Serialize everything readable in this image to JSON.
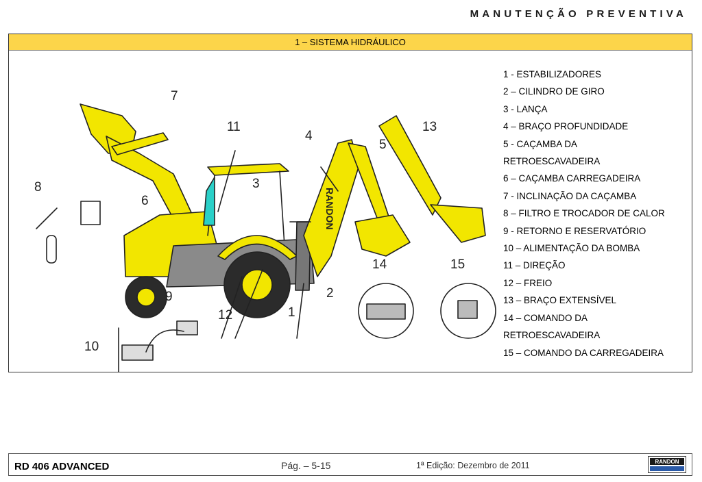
{
  "header": {
    "title": "MANUTENÇÃO PREVENTIVA"
  },
  "section": {
    "title": "1 – SISTEMA HIDRÁULICO"
  },
  "callouts": [
    "1",
    "2",
    "3",
    "4",
    "5",
    "6",
    "7",
    "8",
    "9",
    "10",
    "11",
    "12",
    "13",
    "14",
    "15"
  ],
  "decal_text": "RANDON",
  "legend": [
    "1  - ESTABILIZADORES",
    "2  – CILINDRO DE GIRO",
    "3  -  LANÇA",
    "4  –  BRAÇO PROFUNDIDADE",
    "5  -  CAÇAMBA DA",
    "RETROESCAVADEIRA",
    "6  –  CAÇAMBA CARREGADEIRA",
    "7  -  INCLINAÇÃO DA CAÇAMBA",
    "8  –  FILTRO E TROCADOR DE CALOR",
    "9   - RETORNO E RESERVATÓRIO",
    "10 – ALIMENTAÇÃO DA BOMBA",
    "11 – DIREÇÃO",
    "12 – FREIO",
    "13 – BRAÇO EXTENSÍVEL",
    "14 – COMANDO DA",
    "RETROESCAVADEIRA",
    "15 – COMANDO DA CARREGADEIRA"
  ],
  "footer": {
    "model": "RD 406 ADVANCED",
    "page": "Pág. – 5-15",
    "edition": "1ª Edição: Dezembro de 2011",
    "logo_text": "RANDON"
  },
  "colors": {
    "machine_yellow": "#f2e600",
    "section_bar": "#fcd54a",
    "cab_glass": "#2ad0c8",
    "tire": "#2b2b2b"
  }
}
